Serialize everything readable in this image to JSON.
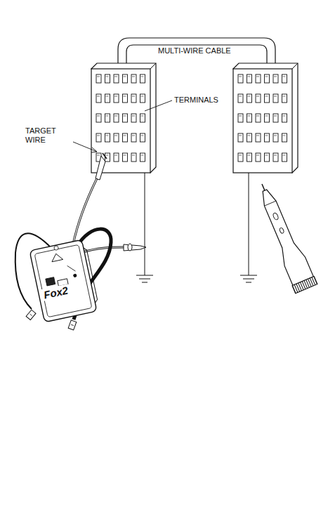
{
  "diagram": {
    "labels": [
      "MULTI-WIRE CABLE",
      "TERMINALS",
      "TARGET WIRE",
      "Fox2"
    ]
  }
}
